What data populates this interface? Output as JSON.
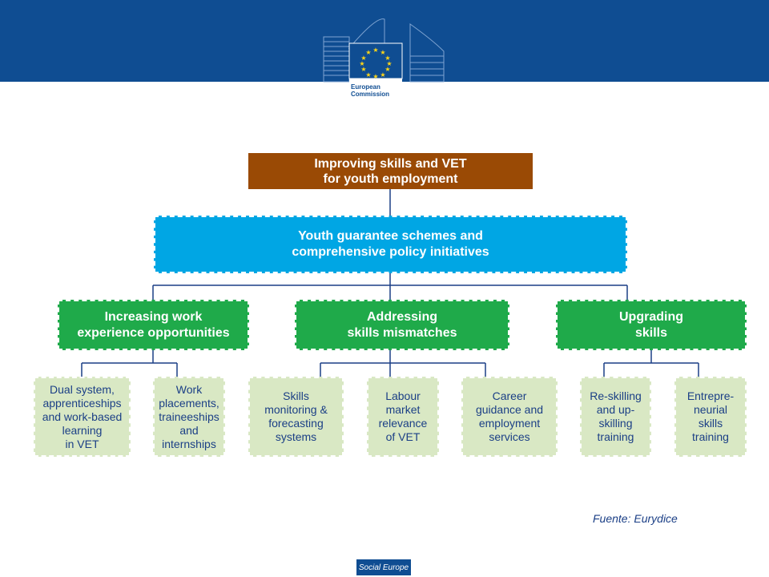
{
  "header": {
    "logo_line1": "European",
    "logo_line2": "Commission"
  },
  "diagram": {
    "root": [
      "Improving skills and VET",
      "for youth employment"
    ],
    "hub": [
      "Youth guarantee schemes and",
      "comprehensive policy initiatives"
    ],
    "categories": [
      {
        "title": [
          "Increasing work",
          "experience opportunities"
        ],
        "items": [
          [
            "Dual system,",
            "apprenticeships",
            "and work-based",
            "learning",
            "in VET"
          ],
          [
            "Work",
            "placements,",
            "traineeships",
            "and",
            "internships"
          ]
        ]
      },
      {
        "title": [
          "Addressing",
          "skills mismatches"
        ],
        "items": [
          [
            "Skills",
            "monitoring &",
            "forecasting",
            "systems"
          ],
          [
            "Labour",
            "market",
            "relevance",
            "of VET"
          ],
          [
            "Career",
            "guidance and",
            "employment",
            "services"
          ]
        ]
      },
      {
        "title": [
          "Upgrading",
          "skills"
        ],
        "items": [
          [
            "Re-skilling",
            "and up-",
            "skilling",
            "training"
          ],
          [
            "Entrepre-",
            "neurial",
            "skills",
            "training"
          ]
        ]
      }
    ]
  },
  "source": "Fuente: Eurydice",
  "footer_badge": "Social Europe",
  "colors": {
    "header": "#0f4d92",
    "root": "#9a4a05",
    "hub": "#00a6e4",
    "category": "#1faa4a",
    "leaf": "#d9e8c4",
    "leaf_text": "#1b3f86"
  }
}
